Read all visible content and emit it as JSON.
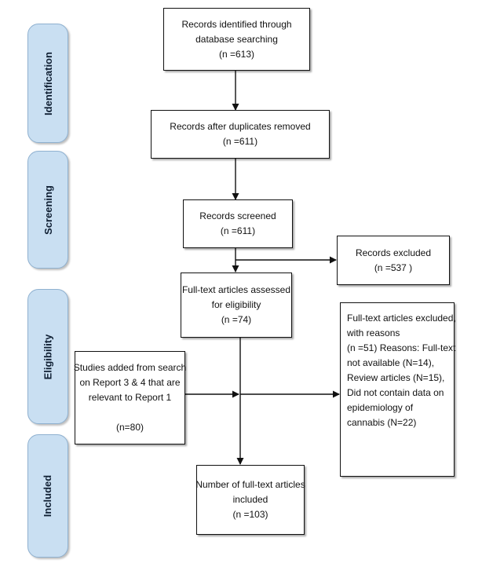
{
  "phases": {
    "identification": "Identification",
    "screening": "Screening",
    "eligibility": "Eligibility",
    "included": "Included"
  },
  "boxes": {
    "identified": {
      "lines": [
        "Records identified through",
        "database searching",
        "(n =613)"
      ]
    },
    "after_duplicates": {
      "lines": [
        "Records after duplicates removed",
        "(n =611)"
      ]
    },
    "screened": {
      "lines": [
        "Records screened",
        "(n =611)"
      ]
    },
    "excluded": {
      "lines": [
        "Records excluded",
        "(n =537 )"
      ]
    },
    "assessed": {
      "lines": [
        "Full-text articles assessed",
        "for eligibility",
        "(n =74)"
      ]
    },
    "fulltext_excluded": {
      "lines": [
        "Full-text articles excluded,",
        "with reasons",
        "(n =51) Reasons: Full-text",
        "not available (N=14),",
        "Review articles (N=15),",
        "Did not contain data on",
        "epidemiology of",
        "cannabis  (N=22)"
      ]
    },
    "added": {
      "lines": [
        "Studies added from search",
        "on Report 3 & 4 that are",
        "relevant to Report 1"
      ],
      "count": "(n=80)"
    },
    "included": {
      "lines": [
        "Number of full-text articles",
        "included",
        "(n =103)"
      ]
    }
  }
}
